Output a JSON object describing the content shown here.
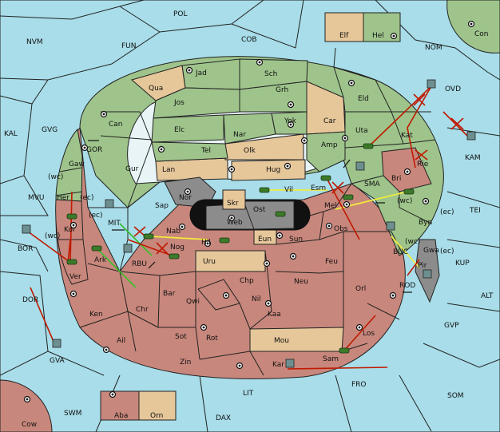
{
  "map": {
    "provinces": {
      "pol": "POL",
      "cob": "COB",
      "nvm": "NVM",
      "fun": "FUN",
      "nom": "NOM",
      "con": "Con",
      "elf": "Elf",
      "hel": "Hel",
      "kal": "KAL",
      "gvg": "GVG",
      "gor": "GOR",
      "mvu": "MVU",
      "bor": "BOR",
      "dor": "DOR",
      "gva": "GVA",
      "ovd": "OVD",
      "kam": "KAM",
      "tei": "TEI",
      "kup": "KUP",
      "alt": "ALT",
      "gvp": "GVP",
      "som": "SOM",
      "fro": "FRO",
      "lit": "LIT",
      "dax": "DAX",
      "swm": "SWM",
      "cow": "Cow",
      "aba": "Aba",
      "orn": "Orn",
      "jad": "Jad",
      "qua": "Qua",
      "sch": "Sch",
      "jos": "Jos",
      "grh": "Grh",
      "eld": "Eld",
      "can": "Can",
      "elc": "Elc",
      "nar": "Nar",
      "yok": "Yok",
      "car": "Car",
      "uta": "Uta",
      "tel": "Tel",
      "olk": "Olk",
      "amp": "Amp",
      "kat": "Kat",
      "gur": "Gur",
      "lan": "Lan",
      "hug": "Hug",
      "rie": "Rie",
      "bri": "Bri",
      "gaw": "Gaw",
      "her": "Her",
      "kor": "Kor",
      "ver": "Ver",
      "ark": "Ark",
      "nor": "Nor",
      "skr": "Skr",
      "vil": "Vil",
      "esm": "Esm",
      "sma": "SMA",
      "sap": "Sap",
      "web": "Web",
      "ost": "Ost",
      "mel": "Mel",
      "byn": "Byn",
      "nab": "Nab",
      "mit": "MIT",
      "hil": "Hil",
      "eun": "Eun",
      "sun": "Sun",
      "obs": "Obs",
      "gwa": "Gwa",
      "nog": "Nog",
      "rbu": "RBU",
      "buc": "BUC",
      "pir": "Pir",
      "uru": "Uru",
      "feu": "Feu",
      "rod": "ROD",
      "chp": "Chp",
      "neu": "Neu",
      "bar": "Bar",
      "qwi": "Qwi",
      "nil": "Nil",
      "orl": "Orl",
      "ken": "Ken",
      "chr": "Chr",
      "kaa": "Kaa",
      "ail": "Ail",
      "sot": "Sot",
      "rot": "Rot",
      "mou": "Mou",
      "los": "Los",
      "zin": "Zin",
      "kar": "Kar",
      "sam": "Sam"
    },
    "coast_marks": {
      "wc": "(wc)",
      "ec": "(ec)"
    },
    "colors": {
      "sea": "#a8dde9",
      "green": "#9ec48b",
      "red": "#c8877c",
      "tan": "#e6c79a",
      "grey": "#8c8c8c",
      "order_red": "#c01a00",
      "order_yellow": "#f0ec3c",
      "order_green": "#35c02a"
    }
  }
}
